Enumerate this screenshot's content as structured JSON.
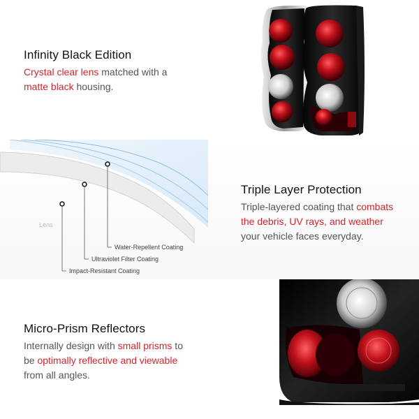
{
  "sections": [
    {
      "title": "Infinity Black Edition",
      "desc": [
        {
          "text": "Crystal clear lens",
          "hl": true
        },
        {
          "text": " matched with a ",
          "hl": false
        },
        {
          "text": "matte black",
          "hl": true
        },
        {
          "text": " housing.",
          "hl": false
        }
      ]
    },
    {
      "title": "Triple Layer Protection",
      "desc": [
        {
          "text": "Triple-layered coating that ",
          "hl": false
        },
        {
          "text": "combats the debris, UV rays, and weather",
          "hl": true
        },
        {
          "text": " your vehicle faces everyday.",
          "hl": false
        }
      ],
      "diagram": {
        "lens_label": "Lens",
        "layers": [
          "Water-Repellent Coating",
          "Ultraviolet Filter Coating",
          "Impact-Resistant Coating"
        ]
      }
    },
    {
      "title": "Micro-Prism Reflectors",
      "desc": [
        {
          "text": "Internally design with ",
          "hl": false
        },
        {
          "text": "small prisms",
          "hl": true
        },
        {
          "text": " to be ",
          "hl": false
        },
        {
          "text": "optimally reflective and viewable",
          "hl": true
        },
        {
          "text": " from all angles.",
          "hl": false
        }
      ]
    }
  ],
  "colors": {
    "accent": "#d0262b",
    "heading": "#111111",
    "body": "#555555"
  },
  "images": [
    "tail-light-pair-photo",
    "tail-light-closeup-photo"
  ]
}
